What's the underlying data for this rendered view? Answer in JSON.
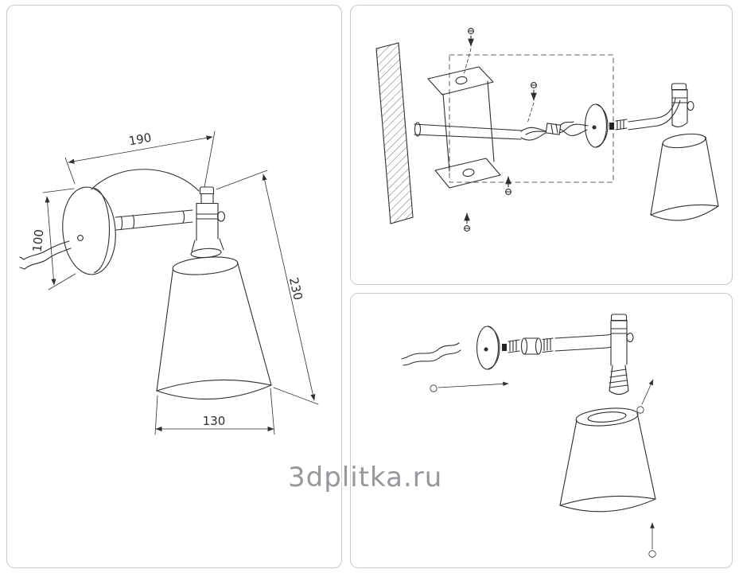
{
  "watermark": "3dplitka.ru",
  "dimensions": {
    "arm_length": "190",
    "plate_height": "100",
    "overall_height": "230",
    "shade_diameter": "130"
  },
  "colors": {
    "line": "#2f2f2f",
    "panel_border": "#c8c8c8",
    "watermark_text": "#97979d"
  }
}
